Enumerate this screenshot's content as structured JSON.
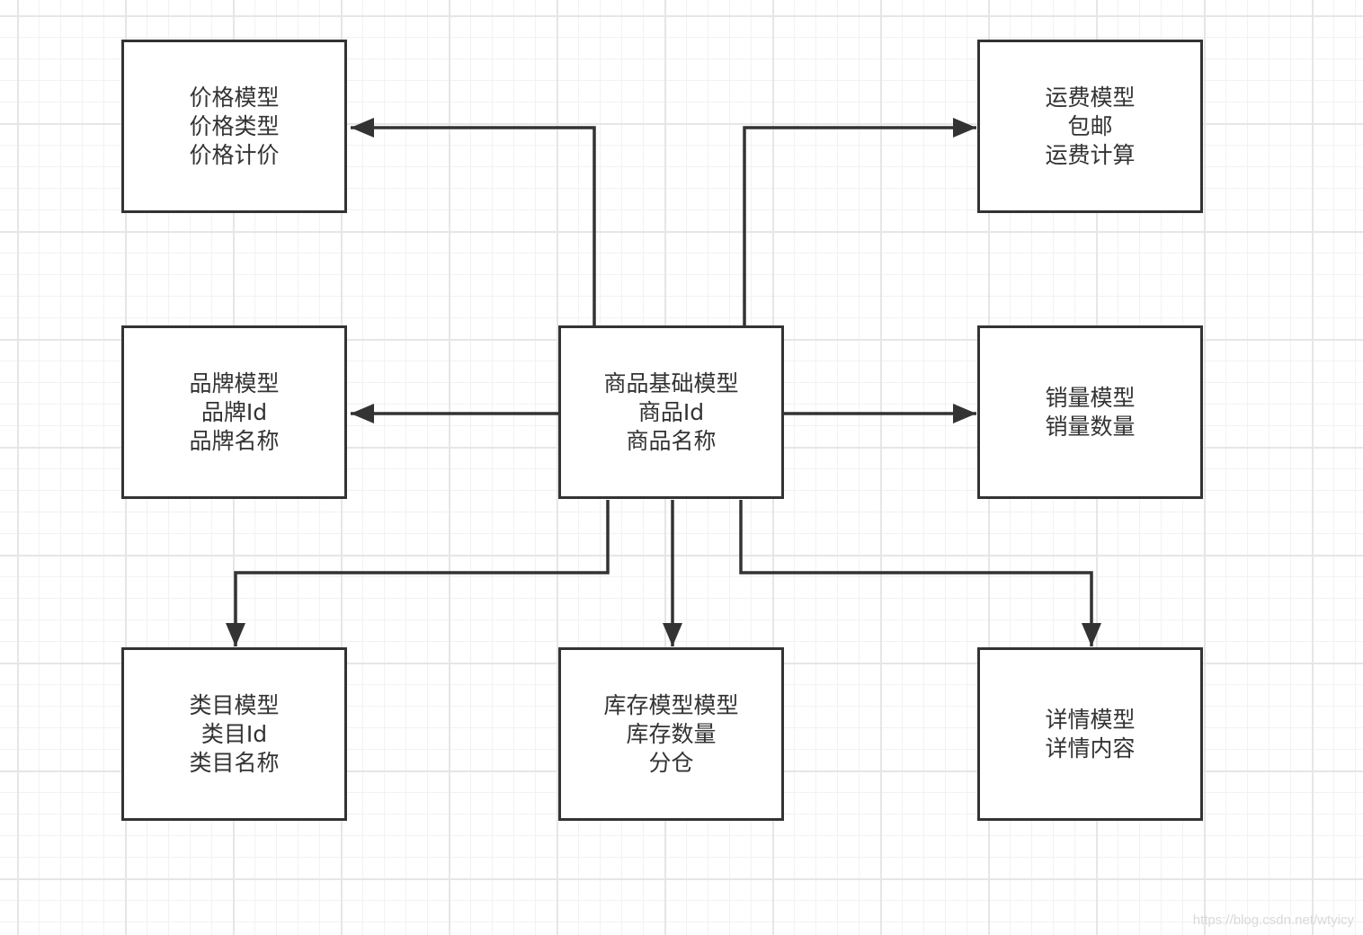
{
  "diagram": {
    "center": {
      "lines": [
        "商品基础模型",
        "商品Id",
        "商品名称"
      ]
    },
    "price": {
      "lines": [
        "价格模型",
        "价格类型",
        "价格计价"
      ]
    },
    "shipping": {
      "lines": [
        "运费模型",
        "包邮",
        "运费计算"
      ]
    },
    "brand": {
      "lines": [
        "品牌模型",
        "品牌Id",
        "品牌名称"
      ]
    },
    "sales": {
      "lines": [
        "销量模型",
        "销量数量"
      ]
    },
    "category": {
      "lines": [
        "类目模型",
        "类目Id",
        "类目名称"
      ]
    },
    "inventory": {
      "lines": [
        "库存模型模型",
        "库存数量",
        "分仓"
      ]
    },
    "detail": {
      "lines": [
        "详情模型",
        "详情内容"
      ]
    },
    "colors": {
      "stroke": "#333333",
      "grid_major": "#e6e6e6",
      "grid_minor": "#f2f2f2"
    }
  },
  "watermark": "https://blog.csdn.net/wtyicy"
}
